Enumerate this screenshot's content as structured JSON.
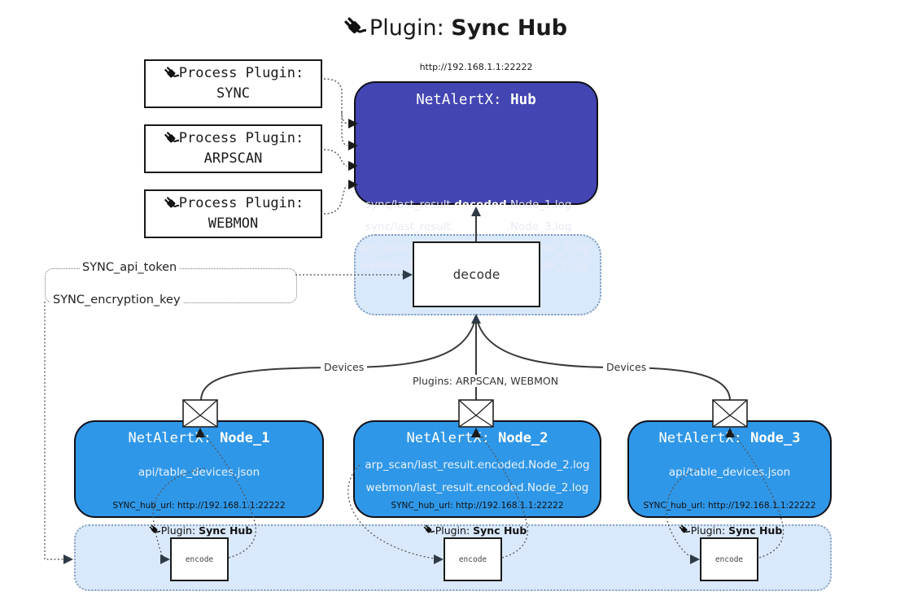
{
  "title": {
    "prefix": "Plugin: ",
    "name": "Sync Hub"
  },
  "hub": {
    "url": "http://192.168.1.1:22222",
    "title_prefix": "NetAlertX: ",
    "title_name": "Hub",
    "logs": [
      {
        "pre": "sync/last_result.",
        "bold": "decoded",
        "post": ".Node_1.log"
      },
      {
        "pre": "sync/last_result.",
        "bold": "decoded",
        "post": ".Node_3.log"
      },
      {
        "pre": "arp_scan/last_result.",
        "bold": "decoded",
        "post": ".Node_2.log"
      },
      {
        "pre": "webmon/last_result.",
        "bold": "decoded",
        "post": ".Node_2.log"
      }
    ]
  },
  "process_plugins": [
    {
      "label": "Process Plugin:",
      "name": "SYNC"
    },
    {
      "label": "Process Plugin:",
      "name": "ARPSCAN"
    },
    {
      "label": "Process Plugin:",
      "name": "WEBMON"
    }
  ],
  "decode": {
    "label": "decode"
  },
  "keys": {
    "api_token": "SYNC_api_token",
    "encryption_key": "SYNC_encryption_key"
  },
  "edges": {
    "devices_left": "Devices",
    "devices_right": "Devices",
    "plugins_center": "Plugins: ARPSCAN, WEBMON"
  },
  "nodes": [
    {
      "title_prefix": "NetAlertX: ",
      "title_name": "Node_1",
      "files": [
        "api/table_devices.json"
      ],
      "hub_url": "SYNC_hub_url: http://192.168.1.1:22222"
    },
    {
      "title_prefix": "NetAlertX: ",
      "title_name": "Node_2",
      "files": [
        "arp_scan/last_result.encoded.Node_2.log",
        "webmon/last_result.encoded.Node_2.log"
      ],
      "hub_url": "SYNC_hub_url: http://192.168.1.1:22222"
    },
    {
      "title_prefix": "NetAlertX: ",
      "title_name": "Node_3",
      "files": [
        "api/table_devices.json"
      ],
      "hub_url": "SYNC_hub_url: http://192.168.1.1:22222"
    }
  ],
  "encode_section": {
    "plugin_prefix": "Plugin: ",
    "plugin_name": "Sync Hub",
    "encode_label": "encode"
  },
  "colors": {
    "hub_bg": "#4345b2",
    "node_bg": "#2f97e8",
    "light_container_bg": "#d9e9fb",
    "container_border": "#7e99b8",
    "line": "#3a3a3a",
    "text_dark": "#1a1a1a",
    "text_light": "#e9e9f6"
  }
}
